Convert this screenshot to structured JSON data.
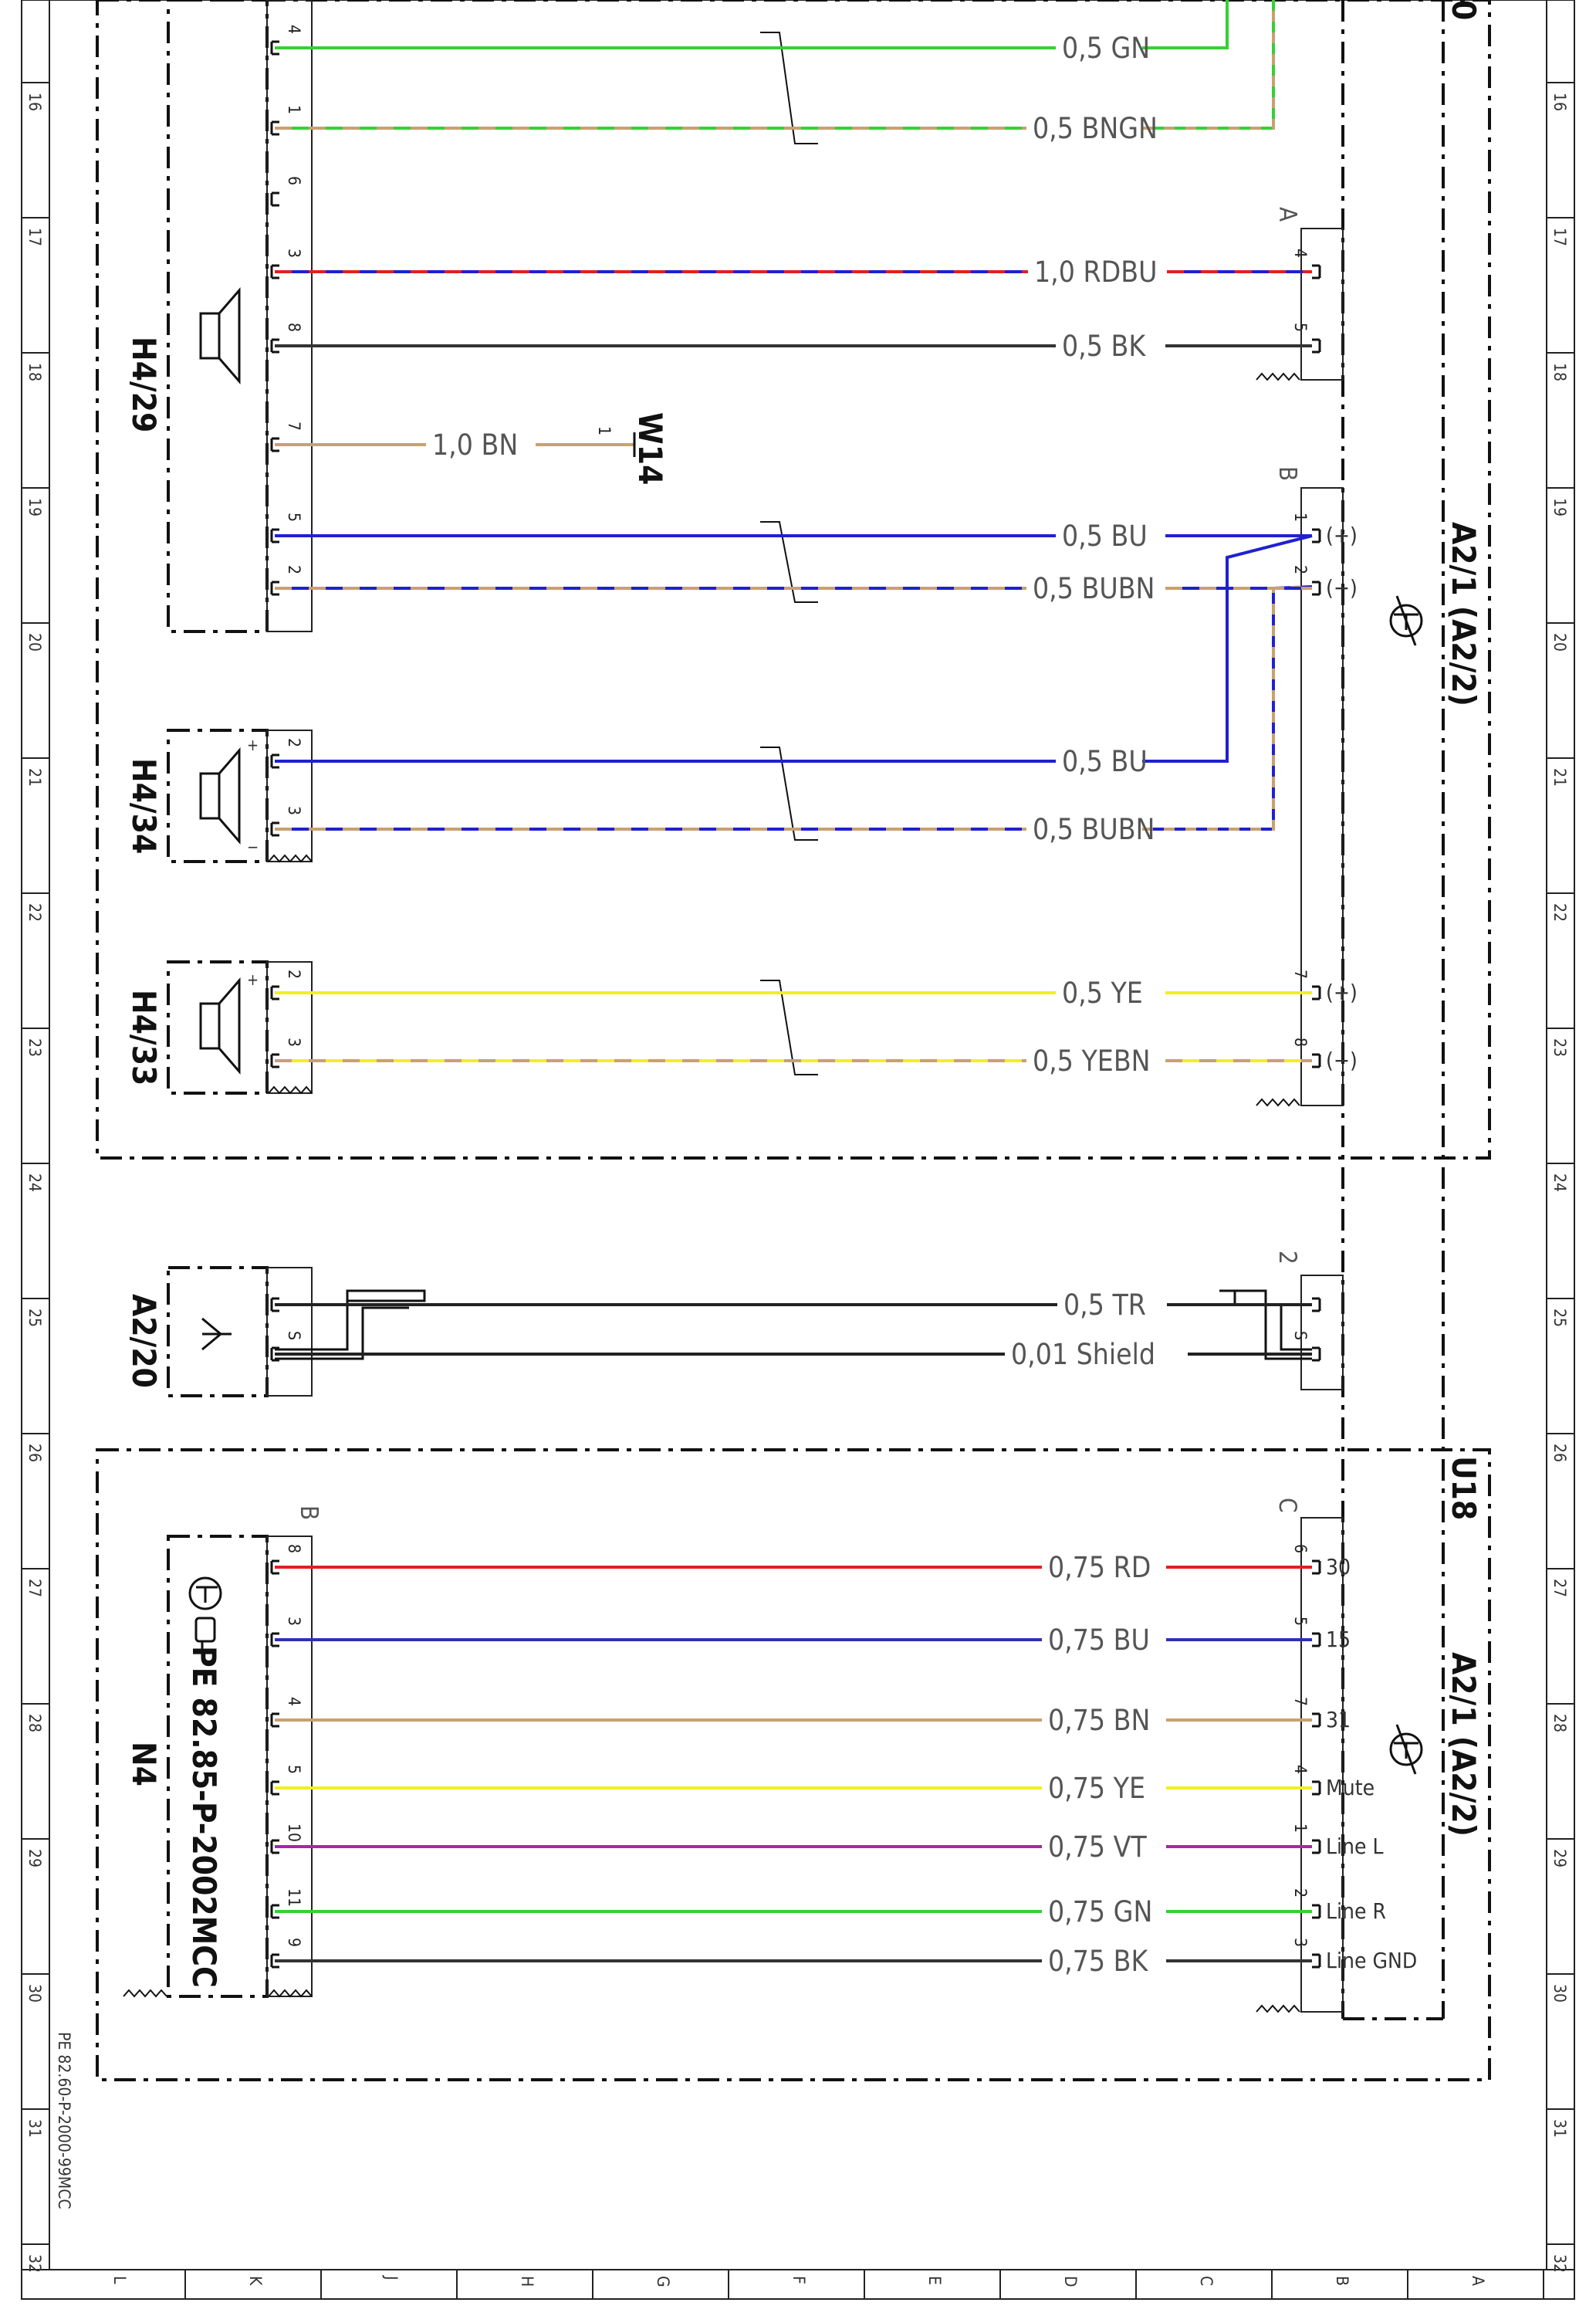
{
  "grid": {
    "rows": [
      "16",
      "17",
      "18",
      "19",
      "20",
      "21",
      "22",
      "23",
      "24",
      "25",
      "26",
      "27",
      "28",
      "29",
      "30",
      "31",
      "32"
    ],
    "cols": [
      "L",
      "K",
      "J",
      "H",
      "G",
      "F",
      "E",
      "D",
      "C",
      "B",
      "A"
    ]
  },
  "components": {
    "h4_29": "H4/29",
    "h4_34": "H4/34",
    "h4_33": "H4/33",
    "a2_20": "A2/20",
    "n4": "N4",
    "n4_ref": "PE 82.85-P-2002MCC",
    "w14": "W14",
    "a2_1_top": "A2/1 (A2/2)",
    "a2_1_bottom": "A2/1 (A2/2)",
    "u18": "U18",
    "doc_ref": "PE 82.60-P-2000-99MCC"
  },
  "connectors": {
    "A": "A",
    "B": "B",
    "two": "2",
    "C": "C",
    "B_n4": "B",
    "w14_pin": "1"
  },
  "wires": [
    {
      "id": "w1",
      "label": "0,5 GN",
      "left_pin": "4",
      "right_pin": "",
      "colors": [
        "#35d035"
      ]
    },
    {
      "id": "w2",
      "label": "0,5 BNGN",
      "left_pin": "1",
      "right_pin": "",
      "colors": [
        "#35d035",
        "#c8a070"
      ]
    },
    {
      "id": "w3",
      "label": "",
      "left_pin": "6",
      "right_pin": "",
      "colors": []
    },
    {
      "id": "w4",
      "label": "1,0 RDBU",
      "left_pin": "3",
      "right_pin": "4",
      "colors": [
        "#2020d0",
        "#e02020"
      ]
    },
    {
      "id": "w5",
      "label": "0,5 BK",
      "left_pin": "8",
      "right_pin": "5",
      "colors": [
        "#333333"
      ]
    },
    {
      "id": "w6",
      "label": "1,0 BN",
      "left_pin": "7",
      "right_pin": "",
      "colors": [
        "#c8a070"
      ]
    },
    {
      "id": "w7",
      "label": "0,5 BU",
      "left_pin": "5",
      "right_pin": "1",
      "colors": [
        "#2020d0"
      ],
      "right_side": "(+)"
    },
    {
      "id": "w8",
      "label": "0,5 BUBN",
      "left_pin": "2",
      "right_pin": "2",
      "colors": [
        "#2020d0",
        "#c8a070"
      ],
      "right_side": "(−)"
    },
    {
      "id": "w9",
      "label": "0,5 BU",
      "left_pin": "2",
      "right_pin": "",
      "colors": [
        "#2020d0"
      ]
    },
    {
      "id": "w10",
      "label": "0,5 BUBN",
      "left_pin": "3",
      "right_pin": "",
      "colors": [
        "#2020d0",
        "#c8a070"
      ]
    },
    {
      "id": "w11",
      "label": "0,5 YE",
      "left_pin": "2",
      "right_pin": "7",
      "colors": [
        "#f0f020"
      ],
      "right_side": "(+)"
    },
    {
      "id": "w12",
      "label": "0,5 YEBN",
      "left_pin": "3",
      "right_pin": "8",
      "colors": [
        "#f0f020",
        "#c8a070"
      ],
      "right_side": "(−)"
    },
    {
      "id": "w13",
      "label": "0,5 TR",
      "left_pin": "",
      "right_pin": "",
      "colors": [
        "#222222"
      ]
    },
    {
      "id": "w14",
      "label": "0,01 Shield",
      "left_pin": "S",
      "right_pin": "S",
      "colors": [
        "#222222"
      ]
    },
    {
      "id": "w15",
      "label": "0,75 RD",
      "left_pin": "8",
      "right_pin": "6",
      "colors": [
        "#e02020"
      ],
      "right_side": "30"
    },
    {
      "id": "w16",
      "label": "0,75 BU",
      "left_pin": "3",
      "right_pin": "5",
      "colors": [
        "#3030b0"
      ],
      "right_side": "15"
    },
    {
      "id": "w17",
      "label": "0,75 BN",
      "left_pin": "4",
      "right_pin": "7",
      "colors": [
        "#c8a070"
      ],
      "right_side": "31"
    },
    {
      "id": "w18",
      "label": "0,75 YE",
      "left_pin": "5",
      "right_pin": "4",
      "colors": [
        "#f0f020"
      ],
      "right_side": "Mute"
    },
    {
      "id": "w19",
      "label": "0,75 VT",
      "left_pin": "10",
      "right_pin": "1",
      "colors": [
        "#b020b0"
      ],
      "right_side": "Line L"
    },
    {
      "id": "w20",
      "label": "0,75 GN",
      "left_pin": "11",
      "right_pin": "2",
      "colors": [
        "#35d035"
      ],
      "right_side": "Line R"
    },
    {
      "id": "w21",
      "label": "0,75 BK",
      "left_pin": "9",
      "right_pin": "3",
      "colors": [
        "#333333"
      ],
      "right_side": "Line GND"
    }
  ]
}
